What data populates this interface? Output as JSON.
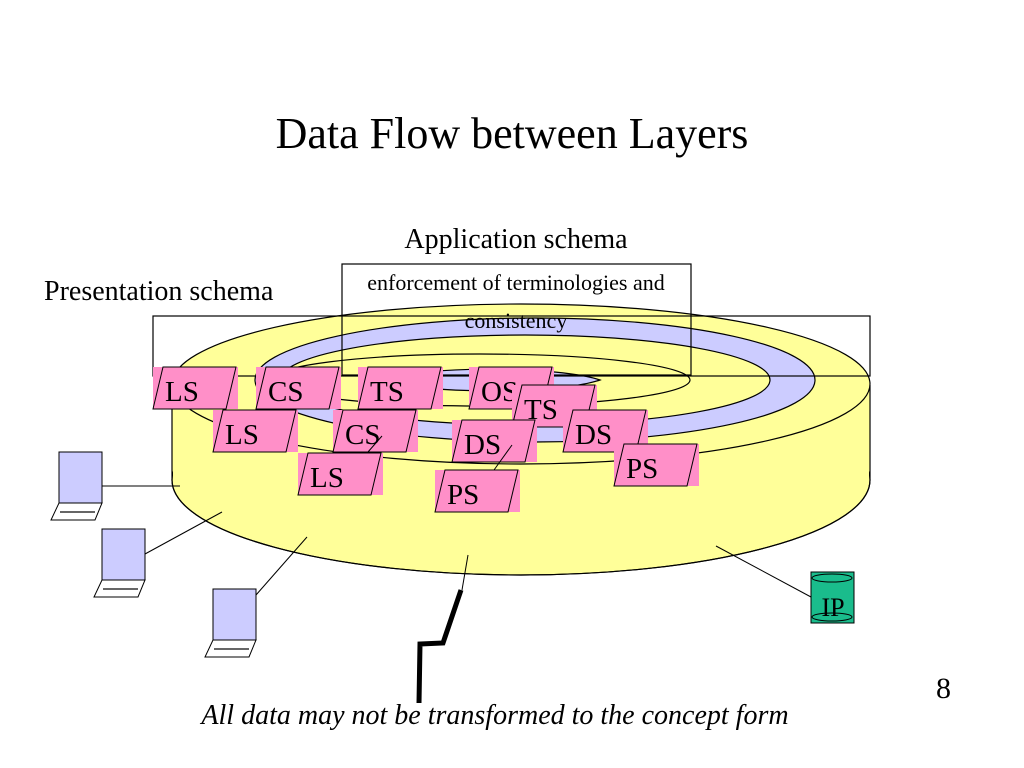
{
  "slide": {
    "title": "Data Flow between Layers",
    "page_number": "8",
    "footer_note": "All data may not be transformed to the concept form"
  },
  "labels": {
    "application_schema": "Application schema",
    "application_note": "enforcement of terminologies and consistency",
    "presentation_schema": "Presentation schema"
  },
  "schema_boxes": [
    {
      "id": "LS1",
      "label": "LS"
    },
    {
      "id": "CS1",
      "label": "CS"
    },
    {
      "id": "TS1",
      "label": "TS"
    },
    {
      "id": "OS1",
      "label": "OS"
    },
    {
      "id": "TS2",
      "label": "TS"
    },
    {
      "id": "LS2",
      "label": "LS"
    },
    {
      "id": "CS2",
      "label": "CS"
    },
    {
      "id": "DS1",
      "label": "DS"
    },
    {
      "id": "DS2",
      "label": "DS"
    },
    {
      "id": "LS3",
      "label": "LS"
    },
    {
      "id": "PS1",
      "label": "PS"
    },
    {
      "id": "PS2",
      "label": "PS"
    }
  ],
  "devices": {
    "terminals": [
      "terminal-1",
      "terminal-2",
      "terminal-3"
    ],
    "database_label": "IP",
    "icons": {
      "terminal": "laptop-terminal-icon",
      "database": "database-cylinder-icon",
      "link": "lightning-bolt-icon"
    }
  },
  "colors": {
    "outer_ring": "#ffff99",
    "inner_ring": "#ccccff",
    "schema_box": "#ff8fc8",
    "terminal_screen": "#ccccff",
    "database": "#1abc8c",
    "stroke": "#000000"
  }
}
